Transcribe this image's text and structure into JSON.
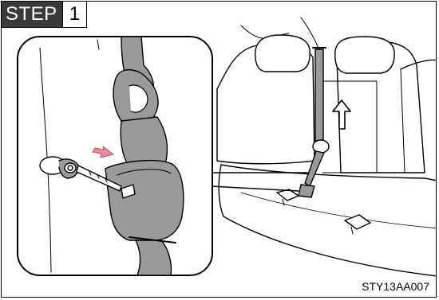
{
  "step": {
    "word": "STEP",
    "number": "1"
  },
  "figure_code": "STY13AA007",
  "colors": {
    "belt": "#9a9a9a",
    "arrow": "#e88c9a",
    "line": "#000000",
    "step_bg": "#3a3a3a"
  }
}
